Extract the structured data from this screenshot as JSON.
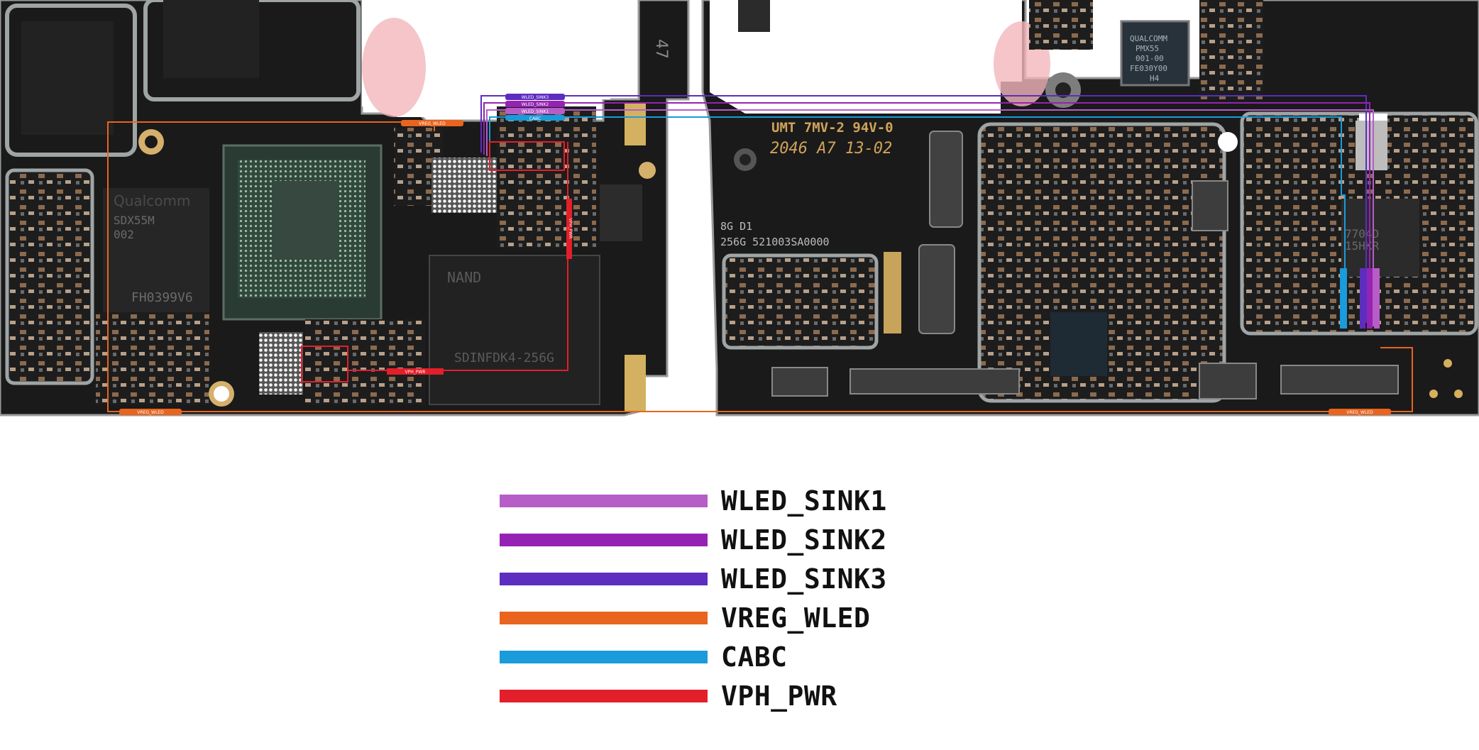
{
  "board": {
    "silkscreen": {
      "umt_line": "UMT 7MV-2 94V-0",
      "date_line": "2046 A7 13-02",
      "cap_line": "8G  D1",
      "storage_line": "256G 521003SA0000",
      "slot_number": "47"
    },
    "chips": {
      "modem": "SDX55M",
      "modem_code": "002",
      "modem_lot": "FH0399V6",
      "nand_label": "NAND",
      "nand_part": "SDINFDK4-256G",
      "qualcomm_pmic": "QUALCOMM",
      "pmic_part": "PMX55",
      "pmic_code": "001-00",
      "pmic_lot": "FE030Y00",
      "pmic_sub": "H4",
      "right_ic": "7704D",
      "right_ic_sub": "15HKR",
      "brand_mark": "Qualcomm"
    },
    "net_tags": {
      "wled_sink3": "WLED_SINK3",
      "wled_sink2": "WLED_SINK2",
      "wled_sink1": "WLED_SINK1",
      "cabc": "CABC",
      "vreg_top": "VREG_WLED",
      "vreg_bottom_left": "VREG_WLED",
      "vreg_bottom_right": "VREG_WLED",
      "vph_horizontal": "VPH_PWR",
      "vph_vertical": "VPH_PWR"
    }
  },
  "legend": {
    "items": [
      {
        "label": "WLED_SINK1",
        "color": "#b65dc8"
      },
      {
        "label": "WLED_SINK2",
        "color": "#9622b4"
      },
      {
        "label": "WLED_SINK3",
        "color": "#5d2dbf"
      },
      {
        "label": "VREG_WLED",
        "color": "#e8641f"
      },
      {
        "label": "CABC",
        "color": "#1a9bdb"
      },
      {
        "label": "VPH_PWR",
        "color": "#e21f2a"
      }
    ]
  }
}
